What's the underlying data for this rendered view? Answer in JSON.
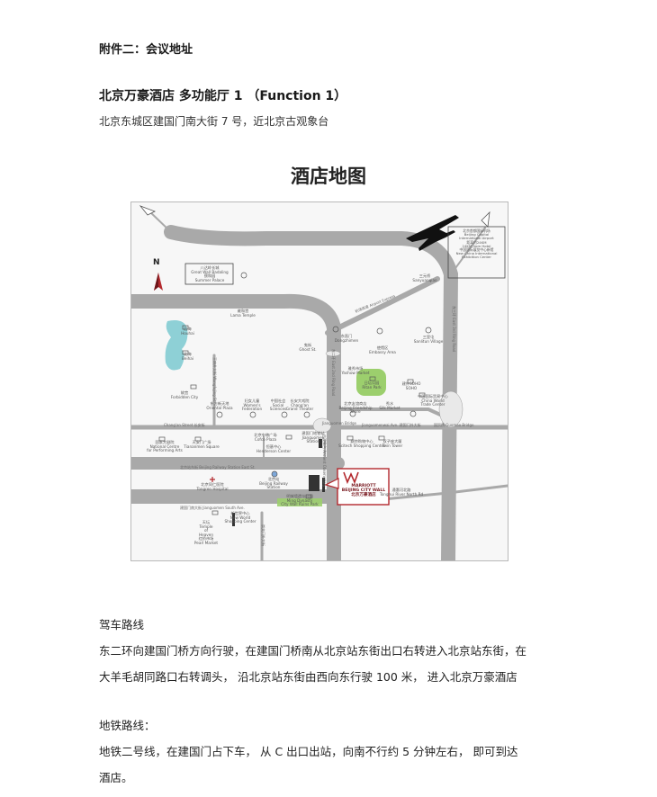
{
  "document": {
    "annex_heading": "附件二：会议地址",
    "hotel_heading": "北京万豪酒店 多功能厅 1 （Function 1）",
    "address": "北京东城区建国门南大街 7 号，近北京古观象台",
    "map_title": "酒店地图",
    "driving": {
      "title": "驾车路线",
      "lines": [
        "东二环向建国门桥方向行驶，在建国门桥南从北京站东街出口右转进入北京站东街，在",
        "大羊毛胡同路口右转调头，  沿北京站东街由西向东行驶 100 米，  进入北京万豪酒店"
      ]
    },
    "metro": {
      "title": "地铁路线：",
      "lines": [
        "地铁二号线，在建国门占下车，  从 C 出口出站，向南不行约 5 分钟左右，  即可到达",
        "酒店。"
      ]
    }
  },
  "map": {
    "north": "N",
    "colors": {
      "road": "#a9a9a9",
      "water": "#8ed0d6",
      "park": "#9ccf6d",
      "marriott": "#b3282d"
    },
    "labels": {
      "badaling": [
        "八达岭长城",
        "Great Wall Badaling",
        "颐和园",
        "Summer Palace"
      ],
      "airport": [
        "北京首都国际机场",
        "Beijing Capital",
        "International Airport",
        "距离约24KM",
        "24KM from Hotel",
        "中国国际展览中心新馆",
        "New China International",
        "Exhibition Center"
      ],
      "sanyuanqiao": [
        "三元桥",
        "Sanyuanqiao"
      ],
      "airport_expressway": "机场高速 Airport Express",
      "lama": [
        "雍和宫",
        "Lama Temple"
      ],
      "houhai": [
        "后海",
        "Houhai"
      ],
      "beihai": [
        "北海",
        "Beihai"
      ],
      "forbidden": [
        "故宫",
        "Forbidden City"
      ],
      "wangfujing": "王府井大街 Wangfujing St.",
      "ghost": [
        "鬼街",
        "Ghost St."
      ],
      "dongzhimen": [
        "东直门",
        "Dongzhimen"
      ],
      "east2nd": "东二环 East 2nd Ring Road",
      "east3rd": "东三环 East 3rd Ring Road",
      "embassy": [
        "使馆区",
        "Embassy Area"
      ],
      "sanlitun": [
        "三里屯",
        "Sanlitun Village"
      ],
      "yaxiu": [
        "雅秀市场",
        "Yashow Market"
      ],
      "ritan": [
        "日坛公园",
        "Ritan Park"
      ],
      "soho": [
        "建外SOHO",
        "SOHO"
      ],
      "chinaworld": [
        "中国国际贸易中心",
        "China World",
        "Trade Center"
      ],
      "oriental": [
        "东方新天地",
        "Oriental Plaza"
      ],
      "women": [
        "妇女儿童",
        "Women's",
        "Federation"
      ],
      "social": [
        "中国社会",
        "Social",
        "Sciences"
      ],
      "grandtheatre": [
        "长安大戏院",
        "Chang'an",
        "Grand Theater"
      ],
      "changan": "Chang'an Street 长安街",
      "friendship": [
        "北京友谊商店",
        "Beijing Friendship",
        "Store"
      ],
      "silkmkt": [
        "秀水",
        "Silk Market"
      ],
      "guomao": "国贸桥 Guomao Bridge",
      "jgmbridge": "Jianguomen Bridge",
      "jgmave": "Jianguomenwai Ave. 建国门外大街",
      "nationalcentre": [
        "国家大剧院",
        "National Centre",
        "for Performing Arts"
      ],
      "tiananmen": [
        "天安门广场",
        "Tiananmen Square"
      ],
      "cofco": [
        "北京中粮广场",
        "Cofco Plaza"
      ],
      "henderson": [
        "恒基中心",
        "Henderson Center"
      ],
      "jgmstation": [
        "建国门地铁站",
        "Jianguomen",
        "Station"
      ],
      "observatory": [
        "古观象台",
        "Ancient Observatory"
      ],
      "scitech": [
        "赛特购物中心",
        "Scitech Shopping Center",
        "Twin Tower"
      ],
      "twintower": [
        "双子座大厦",
        "Twin Tower"
      ],
      "stationeast": "北京站东街 Beijing Railway Station East St.",
      "tongren": [
        "北京同仁医院",
        "Tongren Hospital"
      ],
      "railway": [
        "北京站",
        "Beijing Railway",
        "Station"
      ],
      "cityramp": [
        "明城墙遗址公园",
        "Ming Dynasty",
        "City Wall Ruins Park"
      ],
      "tonghui": [
        "通惠河北路",
        "Tonghui River North Rd"
      ],
      "jgmsouth": "建国门南大街 Jianguomen South Ave.",
      "chongwenmen": [
        "新世界中心",
        "New World",
        "Shopping Center"
      ],
      "temple": [
        "天坛",
        "Temple",
        "of",
        "Heaven",
        "红桥市场",
        "Pearl Market"
      ],
      "chongwen_st": "崇文门外大街",
      "marriott": [
        "MARRIOTT",
        "BEIJING CITY WALL",
        "北京万豪酒店"
      ]
    }
  }
}
